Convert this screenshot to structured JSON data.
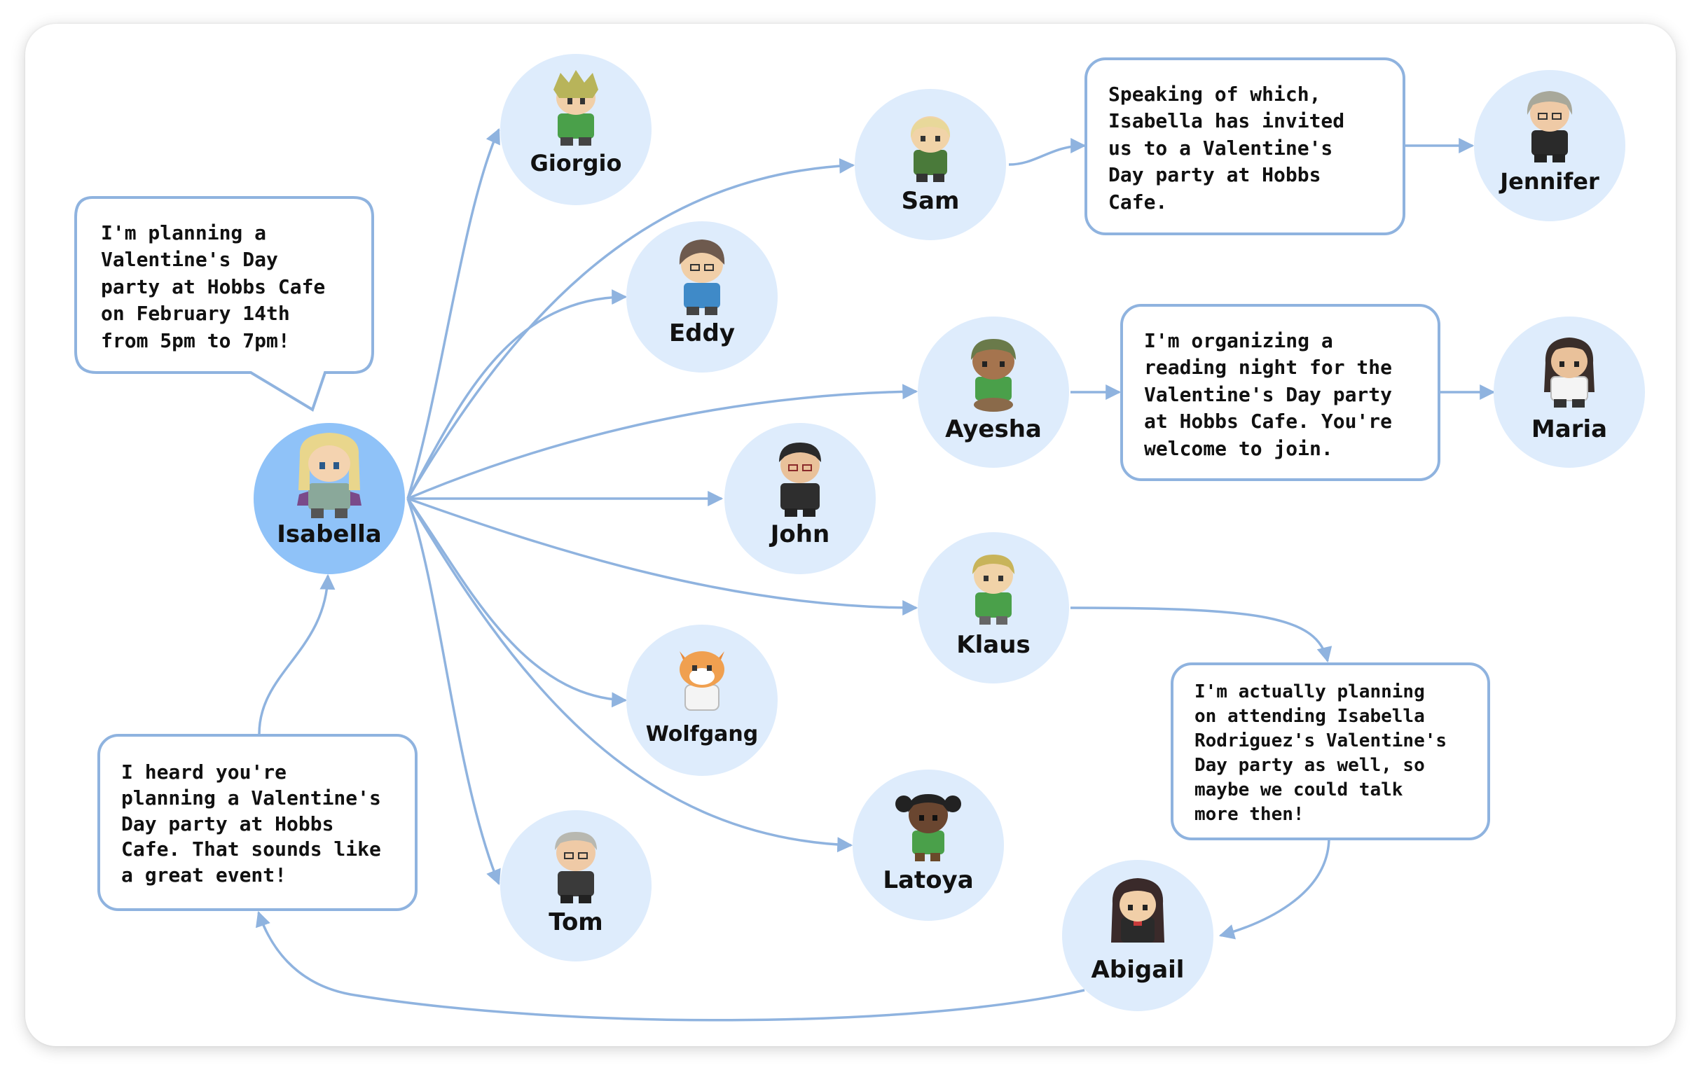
{
  "colors": {
    "node_fill": "#deecfc",
    "focus_fill": "#8fc2f8",
    "edge": "#8fb3df",
    "bubble_border": "#8fb3df"
  },
  "people": {
    "isabella": "Isabella",
    "giorgio": "Giorgio",
    "eddy": "Eddy",
    "john": "John",
    "wolfgang": "Wolfgang",
    "tom": "Tom",
    "sam": "Sam",
    "ayesha": "Ayesha",
    "klaus": "Klaus",
    "latoya": "Latoya",
    "abigail": "Abigail",
    "jennifer": "Jennifer",
    "maria": "Maria"
  },
  "messages": {
    "isabella_invite": [
      "I'm planning a",
      "Valentine's Day",
      "party at Hobbs Cafe",
      "on February 14th",
      "from 5pm to 7pm!"
    ],
    "sam_to_jennifer": [
      "Speaking of which,",
      "Isabella has invited",
      "us to a Valentine's",
      "Day party at Hobbs",
      "Cafe."
    ],
    "ayesha_to_maria": [
      "I'm organizing a",
      "reading night for the",
      "Valentine's Day party",
      "at Hobbs Cafe. You're",
      "welcome to join."
    ],
    "klaus_to_abigail": [
      "I'm actually planning",
      "on attending Isabella",
      "Rodriguez's Valentine's",
      "Day party as well, so",
      "maybe we could talk",
      "more then!"
    ],
    "abigail_to_isabella": [
      "I heard you're",
      "planning a Valentine's",
      "Day party at Hobbs",
      "Cafe. That sounds like",
      "a great event!"
    ]
  }
}
